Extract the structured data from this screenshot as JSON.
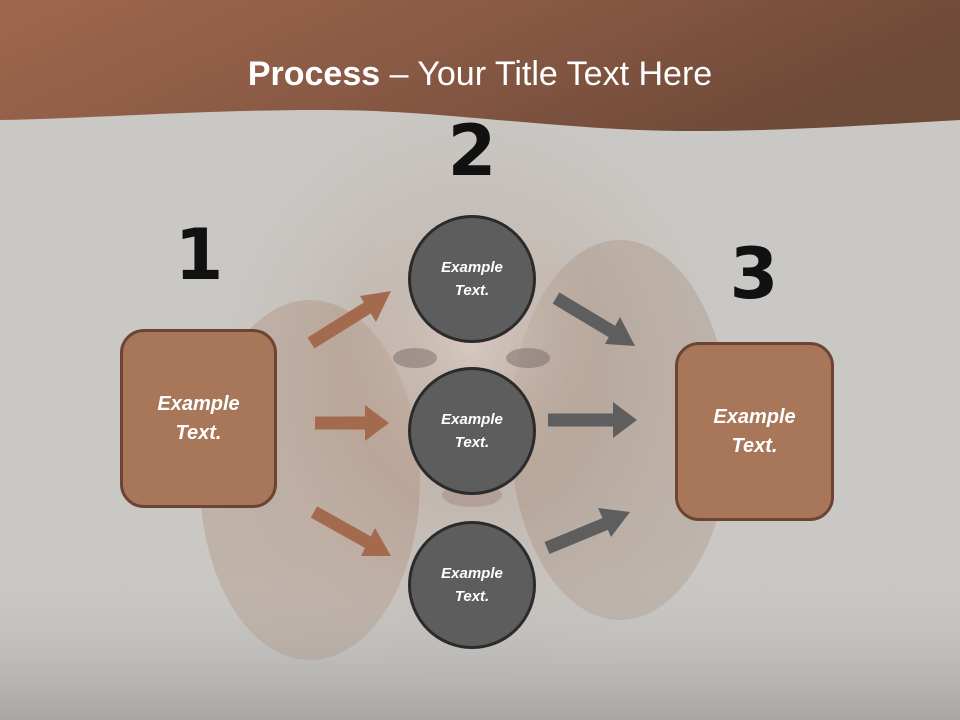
{
  "title": {
    "bold": "Process",
    "rest": " – Your Title Text Here"
  },
  "steps": [
    {
      "number": "1",
      "text": "Example Text."
    },
    {
      "number": "2",
      "items": [
        "Example Text.",
        "Example Text.",
        "Example Text."
      ]
    },
    {
      "number": "3",
      "text": "Example Text."
    }
  ],
  "colors": {
    "header": "#93604a",
    "box_fill": "#a87659",
    "box_border": "#6d4433",
    "circle_fill": "#5d5d5d",
    "arrow_brown": "#a46a4d",
    "arrow_gray": "#5e5e5e"
  }
}
